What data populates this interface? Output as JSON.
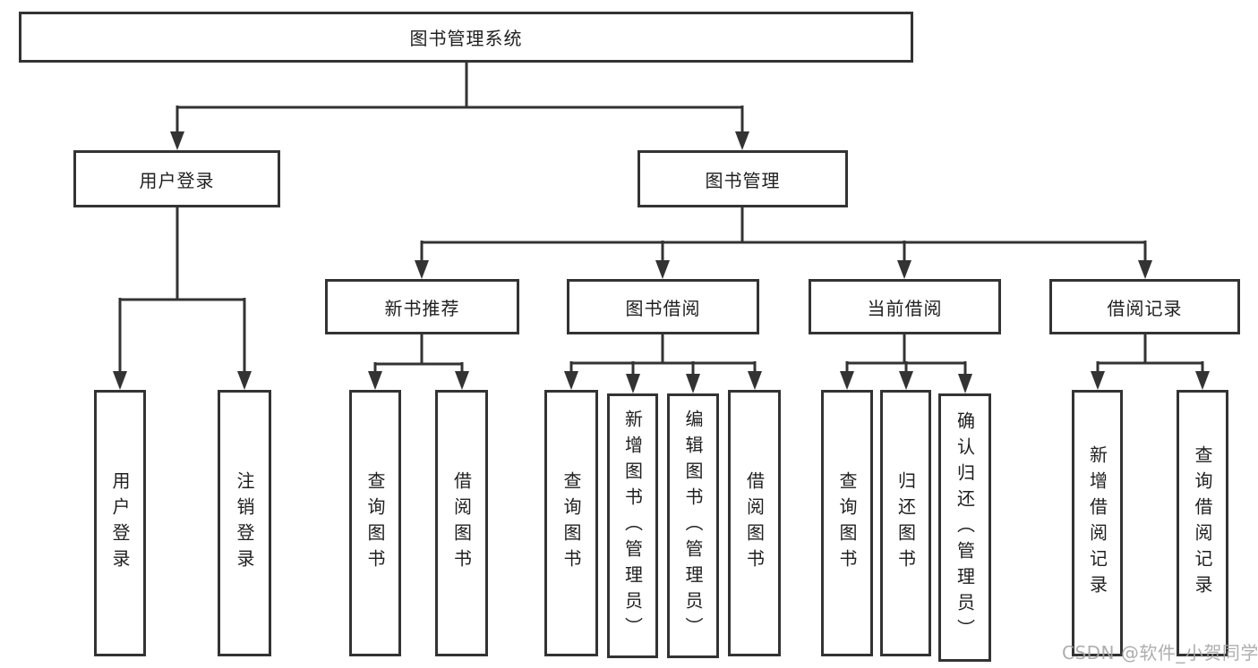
{
  "colors": {
    "line": "#333333",
    "text": "#1f1f1f",
    "box_background": "#ffffff",
    "watermark": "#a5a5a5"
  },
  "watermark": {
    "text": "CSDN @软件_小贺同学"
  },
  "tree": {
    "label": "图书管理系统",
    "children": [
      {
        "label": "用户登录",
        "children": [
          {
            "label": "用户登录"
          },
          {
            "label": "注销登录"
          }
        ]
      },
      {
        "label": "图书管理",
        "children": [
          {
            "label": "新书推荐",
            "children": [
              {
                "label": "查询图书"
              },
              {
                "label": "借阅图书"
              }
            ]
          },
          {
            "label": "图书借阅",
            "children": [
              {
                "label": "查询图书"
              },
              {
                "label": "新增图书（管理员）"
              },
              {
                "label": "编辑图书（管理员）"
              },
              {
                "label": "借阅图书"
              }
            ]
          },
          {
            "label": "当前借阅",
            "children": [
              {
                "label": "查询图书"
              },
              {
                "label": "归还图书"
              },
              {
                "label": "确认归还（管理员）"
              }
            ]
          },
          {
            "label": "借阅记录",
            "children": [
              {
                "label": "新增借阅记录"
              },
              {
                "label": "查询借阅记录"
              }
            ]
          }
        ]
      }
    ]
  }
}
